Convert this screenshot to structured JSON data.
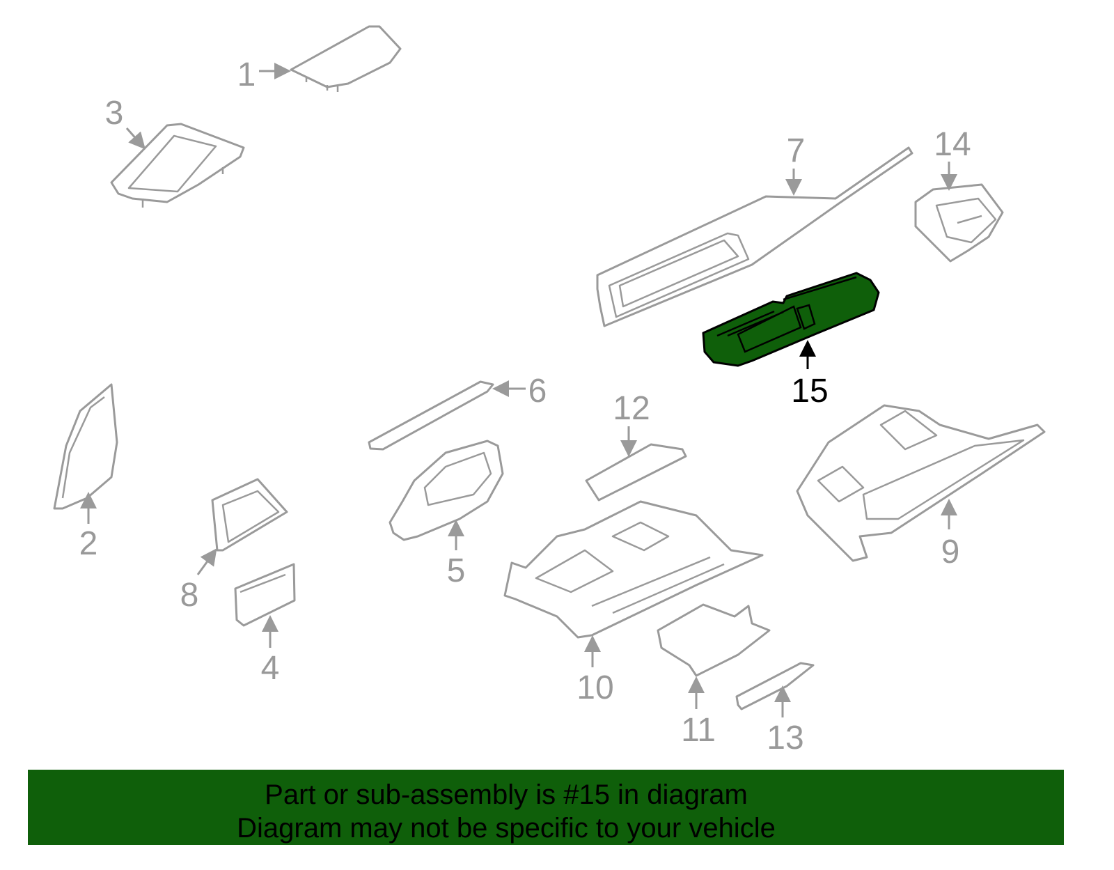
{
  "diagram": {
    "highlighted_part": "15",
    "highlight_color": "#0f5f0a",
    "part_color": "#9a9a9a",
    "labels": {
      "p1": "1",
      "p2": "2",
      "p3": "3",
      "p4": "4",
      "p5": "5",
      "p6": "6",
      "p7": "7",
      "p8": "8",
      "p9": "9",
      "p10": "10",
      "p11": "11",
      "p12": "12",
      "p13": "13",
      "p14": "14",
      "p15": "15"
    }
  },
  "banner": {
    "line1": "Part or sub-assembly is #15 in diagram",
    "line2": "Diagram may not be specific to your vehicle"
  }
}
